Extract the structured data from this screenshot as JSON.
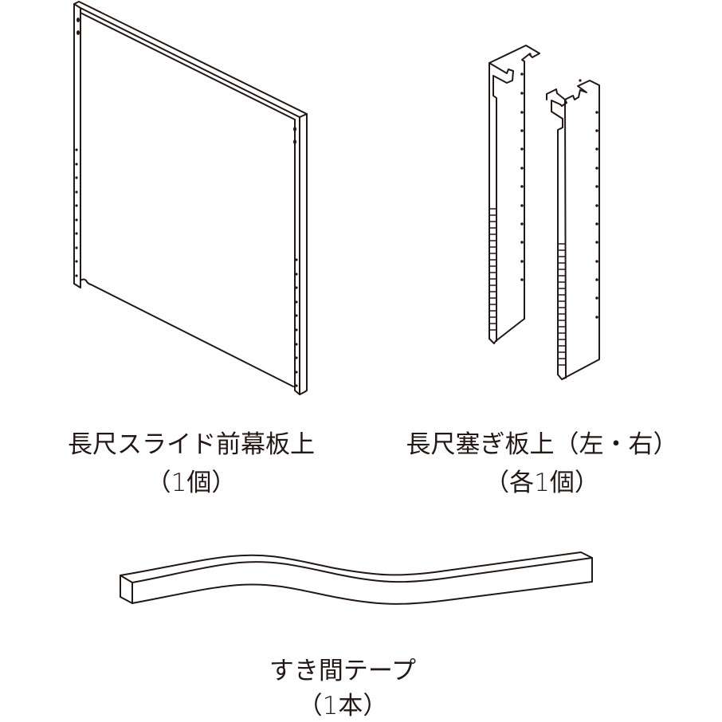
{
  "parts": [
    {
      "id": "front-panel",
      "name": "長尺スライド前幕板上",
      "quantity": "（1個）"
    },
    {
      "id": "filler-stiles",
      "name": "長尺塞ぎ板上（左・右）",
      "quantity": "（各1個）"
    },
    {
      "id": "gap-tape",
      "name": "すき間テープ",
      "quantity": "（1本）"
    }
  ],
  "colors": {
    "line": "#231815",
    "background": "#ffffff"
  }
}
